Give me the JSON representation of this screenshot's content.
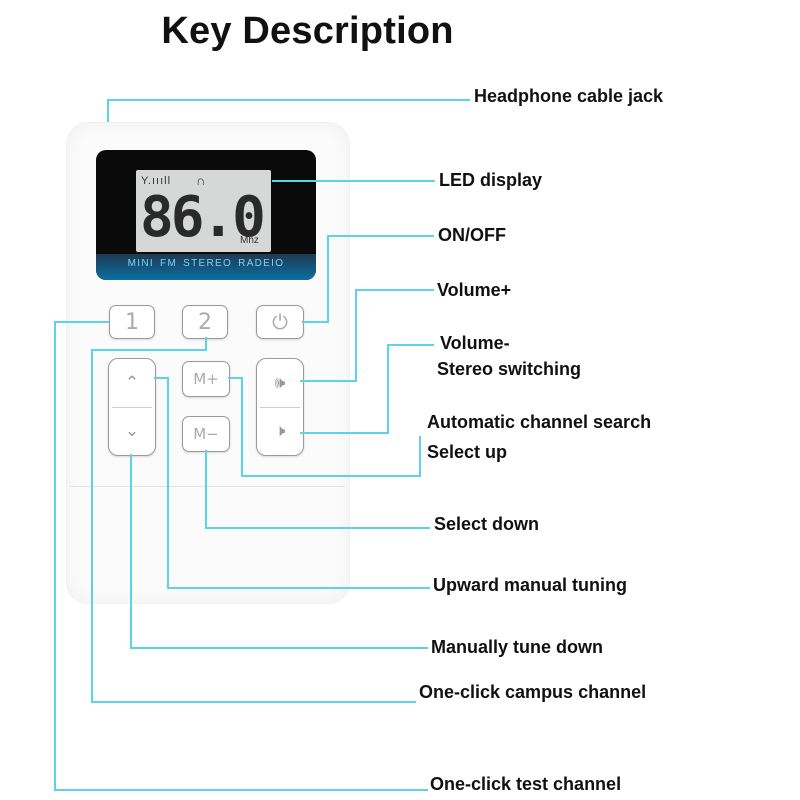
{
  "title": "Key Description",
  "device": {
    "signal_text": "Y.ıııll",
    "frequency": "86.0",
    "unit": "Mhz",
    "screen_label": "MINI FM STEREO RADEIO",
    "key1_label": "1",
    "key2_label": "2",
    "mplus_label": "M+",
    "mminus_label": "M−"
  },
  "labels": {
    "headphone": "Headphone cable jack",
    "led": "LED display",
    "onoff": "ON/OFF",
    "volume_plus": "Volume+",
    "volume_minus": "Volume-",
    "stereo": "Stereo switching",
    "auto_search": "Automatic channel search",
    "select_up": "Select up",
    "select_down": "Select down",
    "upward_tuning": "Upward manual tuning",
    "tune_down": "Manually tune down",
    "campus": "One-click campus channel",
    "test": "One-click test channel"
  },
  "colors": {
    "leader_line": "#5fd3e6",
    "screen_band": "#0c6fa4",
    "screen_text": "#7dd3f5"
  }
}
